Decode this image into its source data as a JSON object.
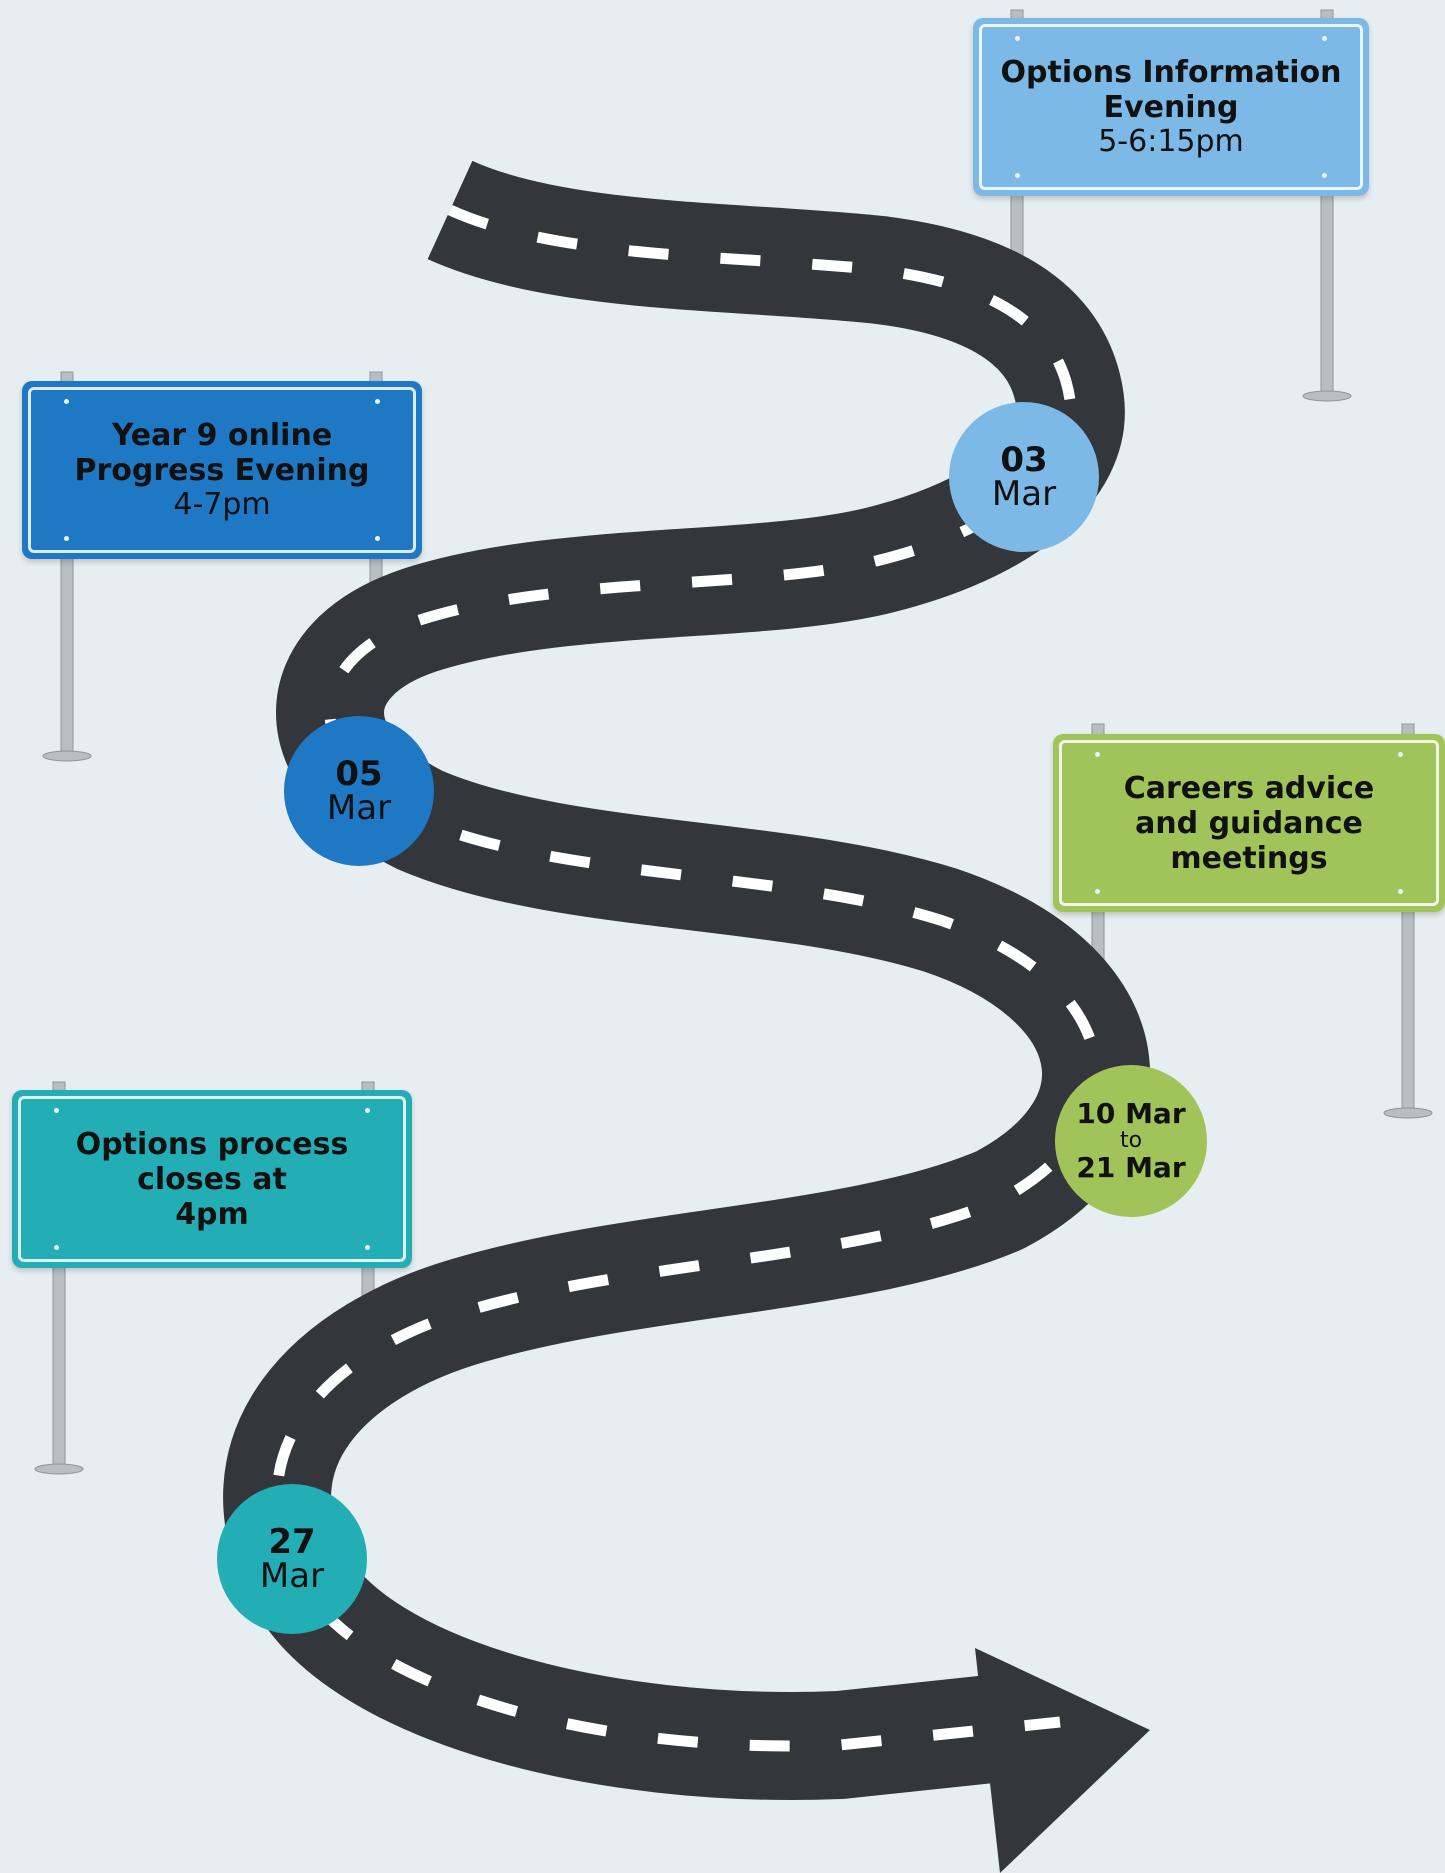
{
  "colors": {
    "background": "#e7eef1",
    "road": "#33363b",
    "road_marking": "#ffffff",
    "light_blue": "#7cb9e6",
    "blue": "#1f78c4",
    "green": "#a1c45a",
    "teal": "#23adb5"
  },
  "events": [
    {
      "sign": {
        "title": "Options Information\nEvening",
        "time": "5-6:15pm"
      },
      "date": {
        "day": "03",
        "month": "Mar"
      },
      "color": "#7cb9e6"
    },
    {
      "sign": {
        "title": "Year 9 online\nProgress Evening",
        "time": "4-7pm"
      },
      "date": {
        "day": "05",
        "month": "Mar"
      },
      "color": "#1f78c4"
    },
    {
      "sign": {
        "title": "Careers advice\nand guidance\nmeetings",
        "time": ""
      },
      "date": {
        "from": "10 Mar",
        "connector": "to",
        "to": "21 Mar"
      },
      "color": "#a1c45a"
    },
    {
      "sign": {
        "title": "Options process\ncloses at\n4pm",
        "time": ""
      },
      "date": {
        "day": "27",
        "month": "Mar"
      },
      "color": "#23adb5"
    }
  ]
}
